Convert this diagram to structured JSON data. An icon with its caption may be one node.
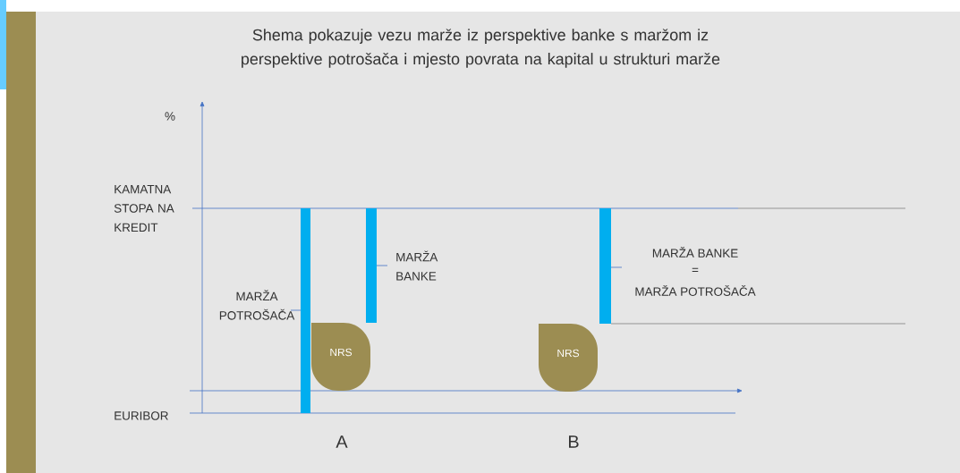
{
  "diagram": {
    "title": "Shema pokazuje vezu marže iz perspektive banke s maržom iz perspektive potrošača i mjesto povrata na kapital u strukturi marže",
    "nodes": [
      {
        "text": [
          "NRS"
        ]
      },
      {
        "text": [
          "NRS"
        ]
      },
      {
        "text": [],
        "shape": "bar"
      }
    ],
    "labels": [
      "%",
      "KAMATNA STOPA NA KREDIT",
      "MARŽA BANKE",
      "MARŽA BANKE",
      "=",
      "MARŽA POTROŠAČA",
      "MARŽA POTROŠAČA",
      "EURIBOR",
      "A",
      "B"
    ]
  }
}
